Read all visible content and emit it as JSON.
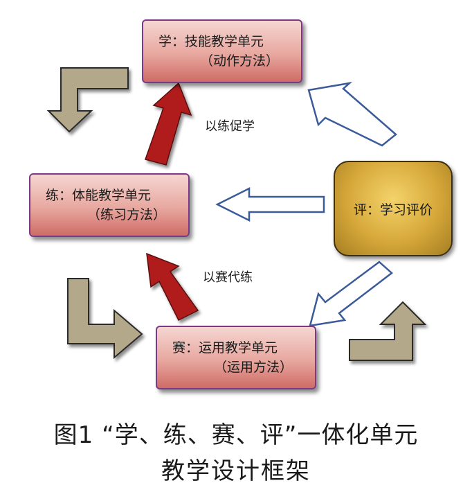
{
  "nodes": {
    "learn": {
      "line1": "学：技能教学单元",
      "line2": "（动作方法）"
    },
    "practice": {
      "line1": "练：体能教学单元",
      "line2": "（练习方法）"
    },
    "compete": {
      "line1": "赛：运用教学单元",
      "line2": "（运用方法）"
    },
    "evaluate": {
      "label": "评：学习评价"
    }
  },
  "arrow_labels": {
    "practice_to_learn": "以练促学",
    "compete_to_practice": "以赛代练"
  },
  "caption": {
    "line1": "图1 “学、练、赛、评”一体化单元",
    "line2": "教学设计框架"
  },
  "colors": {
    "box_fill_top": "#f6d6d2",
    "box_fill_bottom": "#cf6c66",
    "box_border": "#7a3a86",
    "evaluate_fill": "#d6a83a",
    "red_arrow": "#b01c1c",
    "outline_arrow": "#3b5a9a",
    "cycle_arrow": "#b3a98a"
  }
}
